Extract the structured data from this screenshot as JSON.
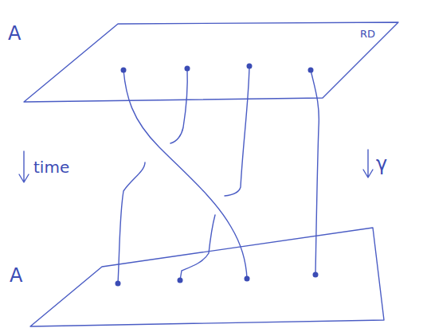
{
  "diagram": {
    "labels": [
      "A",
      "RD",
      "time",
      "γ",
      "A"
    ]
  }
}
